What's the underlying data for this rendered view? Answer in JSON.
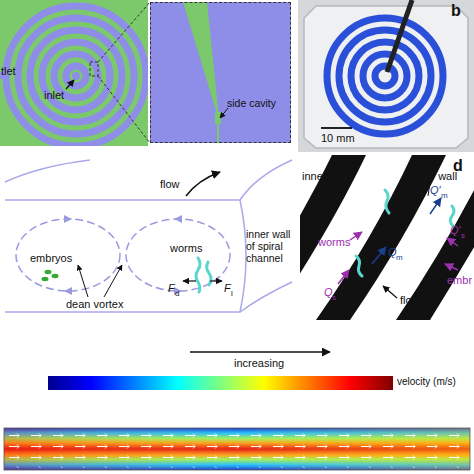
{
  "diagram": {
    "nodes": [
      {
        "text": [
          "tlet",
          "inlet"
        ]
      },
      {
        "text": [
          "side cavity"
        ]
      },
      {
        "text": [
          "b",
          "10 mm"
        ]
      }
    ],
    "labels": [
      "flow",
      "inner wall of spiral channel",
      "embryos",
      "dean vortex",
      "worms",
      "F",
      "d",
      "F",
      "l",
      "d",
      "inner wall",
      "outer wall",
      "worms",
      "Q′",
      "m",
      "Q′",
      "s",
      "Q",
      "m",
      "Q",
      "s",
      "embr",
      "flow",
      "increasing",
      "velocity (m/s)"
    ]
  }
}
